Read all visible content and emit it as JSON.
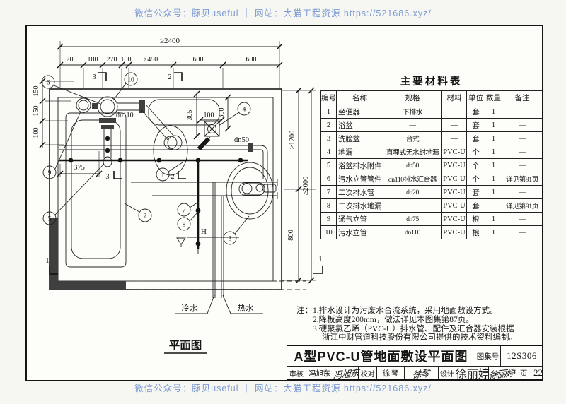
{
  "watermark": {
    "text": "微信公众号：豚贝useful ｜ 网站：大猫工程资源 https://521686.xyz/"
  },
  "plan": {
    "caption": "平面图",
    "dims": {
      "total": "≥2400",
      "top": [
        "200",
        "180",
        "270",
        "100",
        "≥450",
        "600",
        "600"
      ],
      "left": [
        "150",
        "150",
        "100"
      ],
      "offset_375": "375",
      "right_upper": "≥1200",
      "right_lower": "800",
      "right_total": "≥2000",
      "toilet_305": "305",
      "drain_100": "100",
      "drain_300": "300"
    },
    "labels": {
      "dn110": "dn110",
      "dn50": "dn50",
      "level": "H",
      "cold": "冷水",
      "hot": "热水"
    },
    "refs": [
      "1",
      "2",
      "3",
      "4",
      "5",
      "6",
      "7",
      "8",
      "9",
      "10"
    ],
    "sections": {
      "s1": "1",
      "s2": "2",
      "s3": "3"
    }
  },
  "materials_table": {
    "title": "主要材料表",
    "headers": [
      "编号",
      "名称",
      "规格",
      "材料",
      "单位",
      "数量",
      "备注"
    ],
    "rows": [
      [
        "1",
        "坐便器",
        "下排水",
        "—",
        "套",
        "1",
        "—"
      ],
      [
        "2",
        "浴盆",
        "—",
        "—",
        "套",
        "1",
        "—"
      ],
      [
        "3",
        "洗脸盆",
        "台式",
        "—",
        "套",
        "1",
        "—"
      ],
      [
        "4",
        "地漏",
        "直埋式无水封地漏",
        "PVC-U",
        "个",
        "1",
        "—"
      ],
      [
        "5",
        "浴盆排水附件",
        "dn50",
        "PVC-U",
        "个",
        "1",
        "—"
      ],
      [
        "6",
        "污水立管管件",
        "dn110排水汇合器",
        "PVC-U",
        "个",
        "1",
        "详见第91页"
      ],
      [
        "7",
        "二次排水管",
        "dn20",
        "PVC-U",
        "套",
        "1",
        "—"
      ],
      [
        "8",
        "二次排水地漏",
        "—",
        "PVC-U",
        "套",
        "—",
        "详见第91页"
      ],
      [
        "9",
        "通气立管",
        "dn75",
        "PVC-U",
        "根",
        "1",
        "—"
      ],
      [
        "10",
        "污水立管",
        "dn110",
        "PVC-U",
        "根",
        "1",
        "—"
      ]
    ]
  },
  "notes": {
    "label": "注：",
    "lines": [
      "1.排水设计为污废水合流系统，采用地面敷设方式。",
      "2.降板高度200mm，做法详见本图集第87页。",
      "3.硬聚氯乙烯（PVC-U）排水管、配件及汇合器安装根据",
      "浙江中财管道科技股份有限公司提供的技术资料编制。"
    ]
  },
  "titleblock": {
    "title": "A型PVC-U管地面敷设平面图",
    "atlas_label": "图集号",
    "atlas_no": "12S306",
    "review_label": "审核",
    "review_name": "冯旭东",
    "review_sig": "冯旭东",
    "proof_label": "校对",
    "proof_name": "徐 琴",
    "proof_sig": "徐琴",
    "design_label": "设计",
    "design_name": "徐丽婷",
    "design_sig": "徐丽婷",
    "page_label": "页",
    "page_no": "22"
  }
}
